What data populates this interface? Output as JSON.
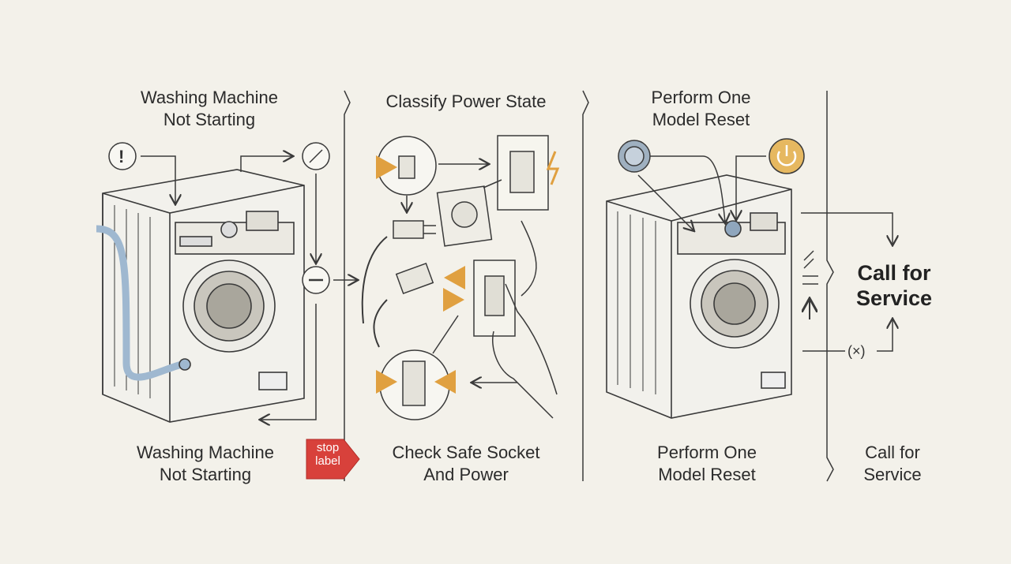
{
  "step1": {
    "title_top": "Washing Machine\nNot Starting",
    "title_bottom": "Washing Machine\nNot Starting"
  },
  "step2": {
    "title_top": "Classify Power State",
    "title_bottom": "Check Safe Socket\nAnd Power"
  },
  "step3": {
    "title_top": "Perform One\nModel Reset",
    "title_bottom": "Perform One\nModel Reset"
  },
  "step4": {
    "title_main": "Call for\nService",
    "title_bottom": "Call for\nService",
    "x_marker": "(×)"
  },
  "stop_tag": {
    "text": "stop\nlabel",
    "color": "#d8413b"
  },
  "colors": {
    "accent_orange": "#e0a040",
    "water_blue": "#9fb8d0",
    "ink": "#3a3a3a"
  },
  "icons": [
    "alert-icon",
    "muted-bell-icon",
    "minus-circle-icon",
    "power-icon",
    "plug-icon",
    "socket-icon",
    "switch-icon",
    "hand-icon"
  ]
}
